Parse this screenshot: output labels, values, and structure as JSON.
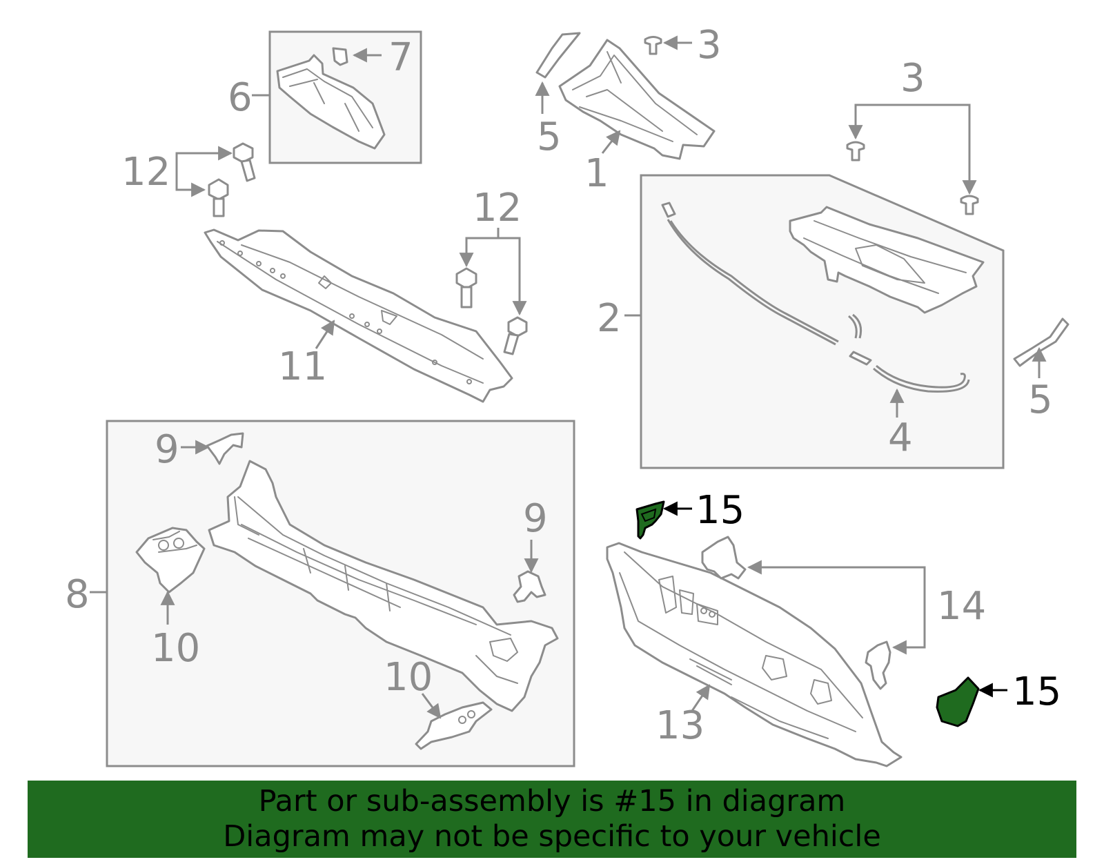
{
  "labels": {
    "l1": "1",
    "l2": "2",
    "l3a": "3",
    "l3b": "3",
    "l4": "4",
    "l5a": "5",
    "l5b": "5",
    "l6": "6",
    "l7": "7",
    "l8": "8",
    "l9a": "9",
    "l9b": "9",
    "l10a": "10",
    "l10b": "10",
    "l11": "11",
    "l12a": "12",
    "l12b": "12",
    "l13": "13",
    "l14": "14",
    "l15a": "15",
    "l15b": "15"
  },
  "banner": {
    "line1": "Part or sub-assembly is #15 in diagram",
    "line2": "Diagram may not be specific to your vehicle"
  },
  "colors": {
    "highlight": "#1f6b1f",
    "line": "#8c8c8c",
    "box_fill": "#f7f7f7"
  }
}
